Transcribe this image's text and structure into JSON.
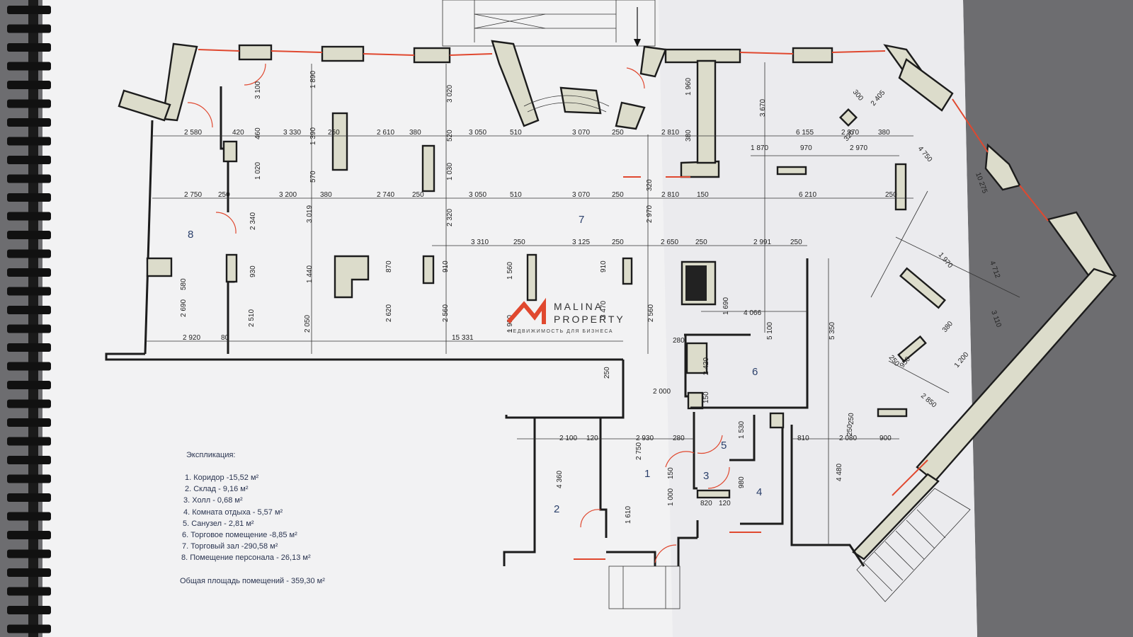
{
  "title": "",
  "logo": {
    "line1": "MALINA",
    "line2": "PROPERTY",
    "tagline": "НЕДВИЖИМОСТЬ ДЛЯ БИЗНЕСА",
    "accent": "#e0482f"
  },
  "rooms": [
    {
      "id": "r1",
      "label": "1"
    },
    {
      "id": "r2",
      "label": "2"
    },
    {
      "id": "r3",
      "label": "3"
    },
    {
      "id": "r4",
      "label": "4"
    },
    {
      "id": "r5",
      "label": "5"
    },
    {
      "id": "r6",
      "label": "6"
    },
    {
      "id": "r7",
      "label": "7"
    },
    {
      "id": "r8",
      "label": "8"
    }
  ],
  "legend": {
    "heading": "Экспликация:",
    "items": [
      "1. Коридор -15,52 м²",
      "2. Склад - 9,16 м²",
      "3. Холл - 0,68 м²",
      "4. Комната отдыха - 5,57 м²",
      "5. Санузел - 2,81 м²",
      "6. Торговое помещение -8,85 м²",
      "7. Торговый зал -290,58 м²",
      "8. Помещение персонала - 26,13 м²"
    ],
    "total": "Общая площадь помещений - 359,30 м²"
  },
  "dimensions": {
    "row1": [
      "2 580",
      "420",
      "3 330",
      "250",
      "2 610",
      "380",
      "3 050",
      "510",
      "3 070",
      "250",
      "2 810",
      "6 155",
      "2 970",
      "380"
    ],
    "row2": [
      "2 750",
      "250",
      "3 200",
      "380",
      "2 740",
      "250",
      "3 050",
      "510",
      "3 070",
      "250",
      "2 810",
      "150",
      "6 210",
      "250"
    ],
    "row3": [
      "3 310",
      "250",
      "3 125",
      "250",
      "2 650",
      "250",
      "2 991",
      "250"
    ],
    "row4": [
      "2 920",
      "80",
      "15 331"
    ],
    "vert": [
      "3 100",
      "460",
      "1 020",
      "2 340",
      "930",
      "2 510",
      "580",
      "2 690",
      "1 890",
      "1 390",
      "570",
      "3 019",
      "1 440",
      "2 050",
      "870",
      "2 620",
      "3 020",
      "520",
      "1 030",
      "2 320",
      "910",
      "2 560",
      "1 560",
      "1 930",
      "910",
      "3 470",
      "2 560",
      "1 960",
      "380",
      "320",
      "2 970",
      "3 670",
      "1 870",
      "970",
      "2 970",
      "1 690",
      "4 066",
      "5 100",
      "5 350",
      "2 420",
      "150",
      "1 530",
      "980",
      "1 000",
      "150",
      "4 360",
      "2 750",
      "1 610",
      "4 480",
      "250"
    ],
    "misc": [
      "2 000",
      "280",
      "2 100",
      "120",
      "2 930",
      "280",
      "820",
      "120",
      "810",
      "2 080",
      "900",
      "250",
      "300",
      "2 405",
      "320",
      "4 750",
      "10 275",
      "1 970",
      "4 712",
      "3 110",
      "380",
      "1 200",
      "950",
      "250",
      "2 850",
      "250"
    ]
  },
  "colors": {
    "paper": "#f2f2f3",
    "wall_fill": "#dcdccb",
    "window": "#e0482f",
    "room_number": "#2a3f6a"
  }
}
